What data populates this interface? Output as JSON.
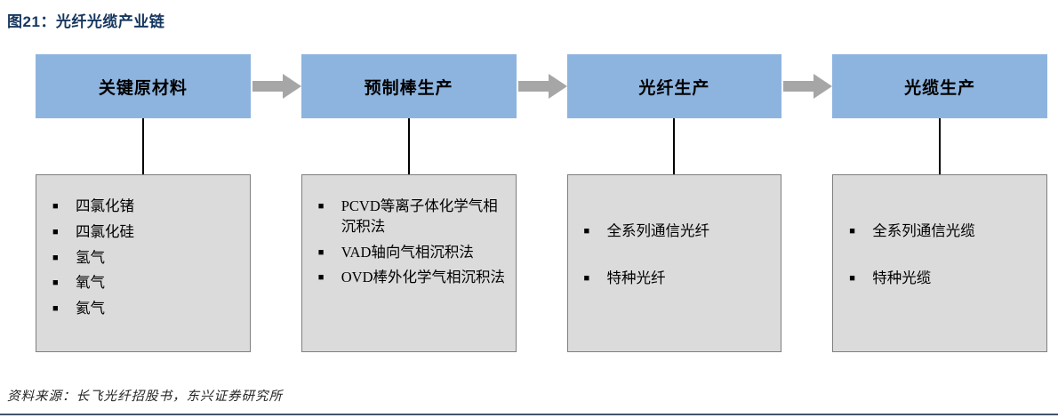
{
  "title": "图21：光纤光缆产业链",
  "source": "资料来源：长飞光纤招股书，东兴证券研究所",
  "icons": {
    "bullet": "■"
  },
  "colors": {
    "stage_header_blue": "#8db4df",
    "detail_box_gray": "#dbdbdb",
    "arrow_gray": "#a6a6a6",
    "title_navy": "#15365f"
  },
  "columns": [
    {
      "header": "关键原材料",
      "items": [
        "四氯化锗",
        "四氯化硅",
        "氢气",
        "氧气",
        "氦气"
      ]
    },
    {
      "header": "预制棒生产",
      "items": [
        "PCVD等离子体化学气相沉积法",
        "VAD轴向气相沉积法",
        "OVD棒外化学气相沉积法"
      ]
    },
    {
      "header": "光纤生产",
      "items": [
        "全系列通信光纤",
        "特种光纤"
      ]
    },
    {
      "header": "光缆生产",
      "items": [
        "全系列通信光缆",
        "特种光缆"
      ]
    }
  ]
}
